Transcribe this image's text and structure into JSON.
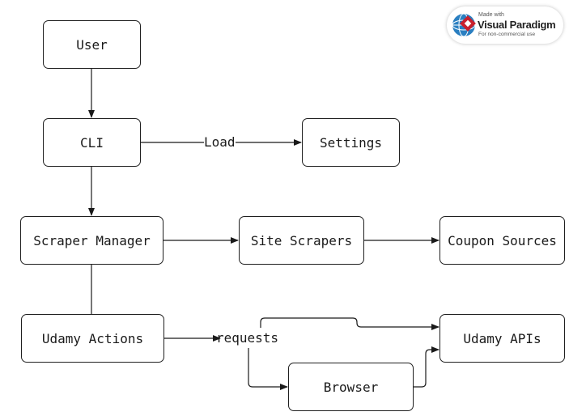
{
  "nodes": {
    "user": "User",
    "cli": "CLI",
    "settings": "Settings",
    "scraper_manager": "Scraper Manager",
    "site_scrapers": "Site Scrapers",
    "coupon_sources": "Coupon Sources",
    "udemy_actions": "Udamy Actions",
    "udemy_apis": "Udamy APIs",
    "browser": "Browser"
  },
  "edge_labels": {
    "load": "Load",
    "requests": "requests"
  },
  "watermark": {
    "made_with": "Made with",
    "brand": "Visual Paradigm",
    "note": "For non-commercial use"
  }
}
